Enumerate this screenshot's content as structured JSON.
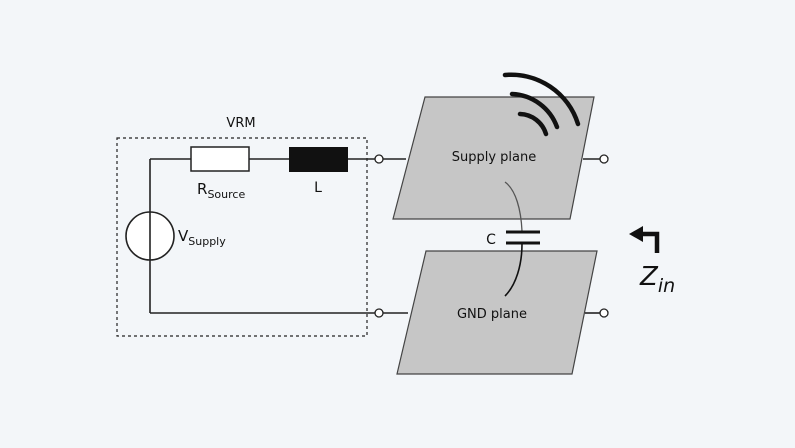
{
  "diagram": {
    "vrm_label": "VRM",
    "resistor": {
      "main": "R",
      "sub": "Source"
    },
    "inductor_label": "L",
    "source": {
      "main": "V",
      "sub": "Supply"
    },
    "supply_plane_label": "Supply plane",
    "gnd_plane_label": "GND plane",
    "capacitor_label": "C",
    "impedance": {
      "main": "Z",
      "sub": "in"
    },
    "colors": {
      "background": "#f3f6f9",
      "plane_fill": "#c6c6c6",
      "plane_stroke": "#444444",
      "wire": "#222222",
      "inductor": "#111111",
      "capacitor_lead": "#555555"
    }
  }
}
